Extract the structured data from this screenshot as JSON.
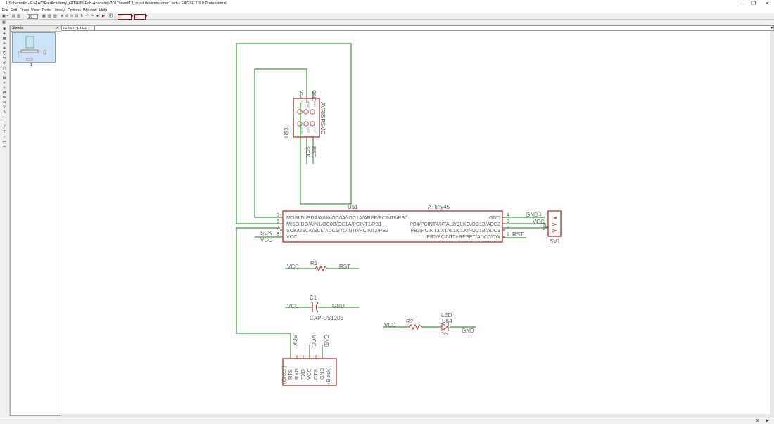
{
  "window": {
    "title": "1 Schematic - E:\\AAC\\FabAcademy_GITHUB\\Fab-Academy-2017\\week13_input devices\\sonar1.sch - EAGLE 7.5.0 Professional",
    "minimize": "—",
    "maximize": "❐",
    "close": "✕"
  },
  "menu": [
    "File",
    "Edit",
    "Draw",
    "View",
    "Tools",
    "Library",
    "Options",
    "Window",
    "Help"
  ],
  "toolbar": {
    "sheet_select": "1/1"
  },
  "sheets_panel": {
    "title": "Sheets",
    "sheet_number": "1"
  },
  "coord_display": "0.1 inch (-1.9 1.2)",
  "schematic": {
    "u1": {
      "name": "U$1",
      "value": "ATtiny45",
      "pins_left": [
        {
          "num": "5",
          "label": "MOSI/DI/SDA/AIN0/OC0A/-OC1A/AREF/PCINT0/PB0"
        },
        {
          "num": "6",
          "label": "MISO/DO/AIN1/OC0B/OC1A/PCINT1/PB1"
        },
        {
          "num": "7",
          "label": "SCK/USCK/SCL/ADC1/T0/INT0/PCINT2/PB2"
        },
        {
          "num": "8",
          "label": "VCC"
        }
      ],
      "pins_right": [
        {
          "num": "4",
          "label": "GND"
        },
        {
          "num": "3",
          "label": "PB4/PCINT4/XTAL2/CLKO/OC1B/ADC2"
        },
        {
          "num": "2",
          "label": "PB3/PCINT3/XTAL1/CLKI/-OC1B/ADC3"
        },
        {
          "num": "1",
          "label": "PB5/PCINT5/-RESET/ADC0/DW"
        }
      ]
    },
    "net_labels": {
      "sck": "SCK",
      "vcc": "VCC",
      "gnd": "GND",
      "rst": "RST"
    },
    "isp": {
      "name": "U$3",
      "value": "AVRISPSMD",
      "pins_top": [
        "VCC",
        "GND"
      ],
      "pins_bottom": [
        "SCK",
        "RST"
      ],
      "pads_top": [
        "VCC",
        "MOSI",
        "GND"
      ],
      "pads_bottom": [
        "MISO",
        "SCK",
        "RST"
      ]
    },
    "sv1": {
      "name": "SV1",
      "pins": [
        "1",
        "2",
        "3"
      ],
      "nets": [
        "GND",
        "VCC"
      ]
    },
    "r1": {
      "name": "R1",
      "left": "VCC",
      "right": "RST"
    },
    "c1": {
      "name": "C1",
      "value": "CAP-US1206",
      "left": "VCC",
      "right": "GND"
    },
    "r2": {
      "name": "R2",
      "left": "VCC"
    },
    "led": {
      "name": "LED",
      "ref": "U$4",
      "net": "GND"
    },
    "ftdi": {
      "pins": [
        "(Green)",
        "RTS",
        "RXD",
        "TXD",
        "VCC",
        "CTS",
        "GND",
        "(Black)"
      ],
      "top_labels": [
        "SCK",
        "VCC",
        "GND"
      ]
    }
  },
  "colors": {
    "wire": "#3a9a3a",
    "part": "#a83232",
    "text": "#606060",
    "accent": "#d00000"
  }
}
